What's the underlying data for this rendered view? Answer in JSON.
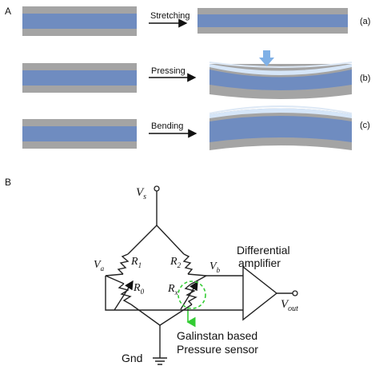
{
  "panel_a": {
    "label": "A",
    "steps": [
      {
        "arrow_text": "Stretching",
        "tag": "(a)"
      },
      {
        "arrow_text": "Pressing",
        "tag": "(b)"
      },
      {
        "arrow_text": "Bending",
        "tag": "(c)"
      }
    ],
    "colors": {
      "gray_layer": "#a4a4a4",
      "blue_core": "#6f8cc0",
      "light_blue": "#d6e6f8",
      "press_arrow": "#7fb0e6"
    }
  },
  "panel_b": {
    "label": "B",
    "supply": {
      "main": "V",
      "sub": "s"
    },
    "node_a": {
      "main": "V",
      "sub": "a"
    },
    "node_b": {
      "main": "V",
      "sub": "b"
    },
    "r1": {
      "main": "R",
      "sub": "1"
    },
    "r2": {
      "main": "R",
      "sub": "2"
    },
    "r0": {
      "main": "R",
      "sub": "0"
    },
    "rx": {
      "main": "R",
      "sub": "x"
    },
    "amplifier": {
      "line1": "Differential",
      "line2": "amplifier"
    },
    "output": {
      "main": "V",
      "sub": "out"
    },
    "sensor": {
      "line1": "Galinstan based",
      "line2": "Pressure sensor"
    },
    "ground": "Gnd",
    "colors": {
      "sensor_highlight": "#33cc33"
    }
  }
}
